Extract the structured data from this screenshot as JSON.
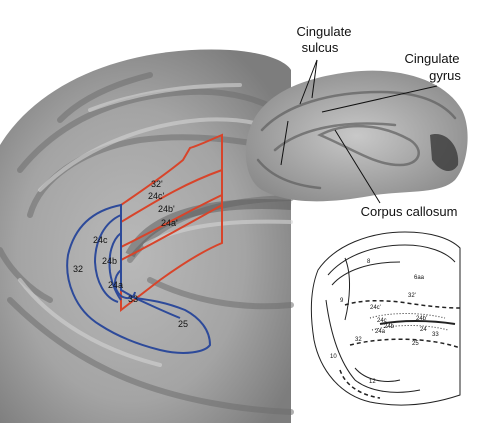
{
  "callouts": {
    "cingulate_sulcus_line1": "Cingulate",
    "cingulate_sulcus_line2": "sulcus",
    "cingulate_gyrus_line1": "Cingulate",
    "cingulate_gyrus_line2": "gyrus",
    "corpus_callosum": "Corpus callosum"
  },
  "main_regions": {
    "r32prime": "32'",
    "r24cprime": "24c'",
    "r24bprime": "24b'",
    "r24aprime": "24a'",
    "r24c": "24c",
    "r24b": "24b",
    "r24a": "24a",
    "r32": "32",
    "r33": "33",
    "r25": "25"
  },
  "section_labels": {
    "s8": "8",
    "s6aa": "6aa",
    "s9": "9",
    "s32prime": "32'",
    "s24cprime": "24c'",
    "s24c": "24c",
    "s24b": "24b",
    "s24bprime": "24b'",
    "s24a": "24a",
    "s32": "32",
    "s24": "24",
    "s33": "33",
    "s25": "25",
    "s10": "10",
    "s12": "12"
  },
  "colors": {
    "anterior_outline": "#2d4a9a",
    "posterior_outline": "#d8442a",
    "label_line": "#111111"
  }
}
